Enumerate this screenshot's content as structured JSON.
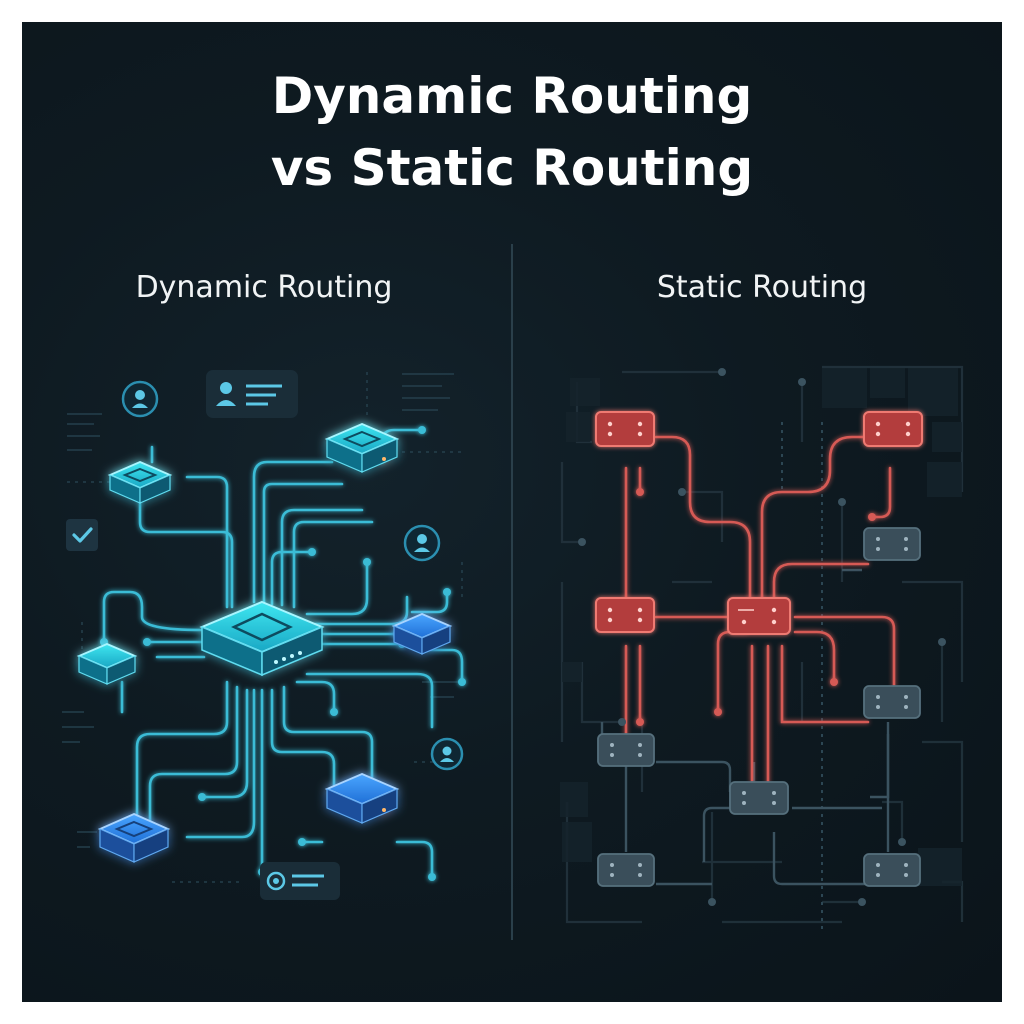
{
  "title_line1": "Dynamic Routing",
  "title_line2": "vs Static Routing",
  "panels": {
    "dynamic": {
      "label": "Dynamic Routing"
    },
    "static": {
      "label": "Static Routing"
    }
  },
  "colors": {
    "background": "#0e1a21",
    "dynamic_accent": "#2fd2e8",
    "dynamic_blue": "#2f8ff0",
    "static_active": "#d9534f",
    "static_inactive": "#3a4e5a",
    "divider": "#2a3f4a"
  },
  "icons": {
    "dynamic": [
      "user-icon",
      "profile-card-icon",
      "checkmark-icon",
      "camera-card-icon"
    ],
    "static": []
  }
}
